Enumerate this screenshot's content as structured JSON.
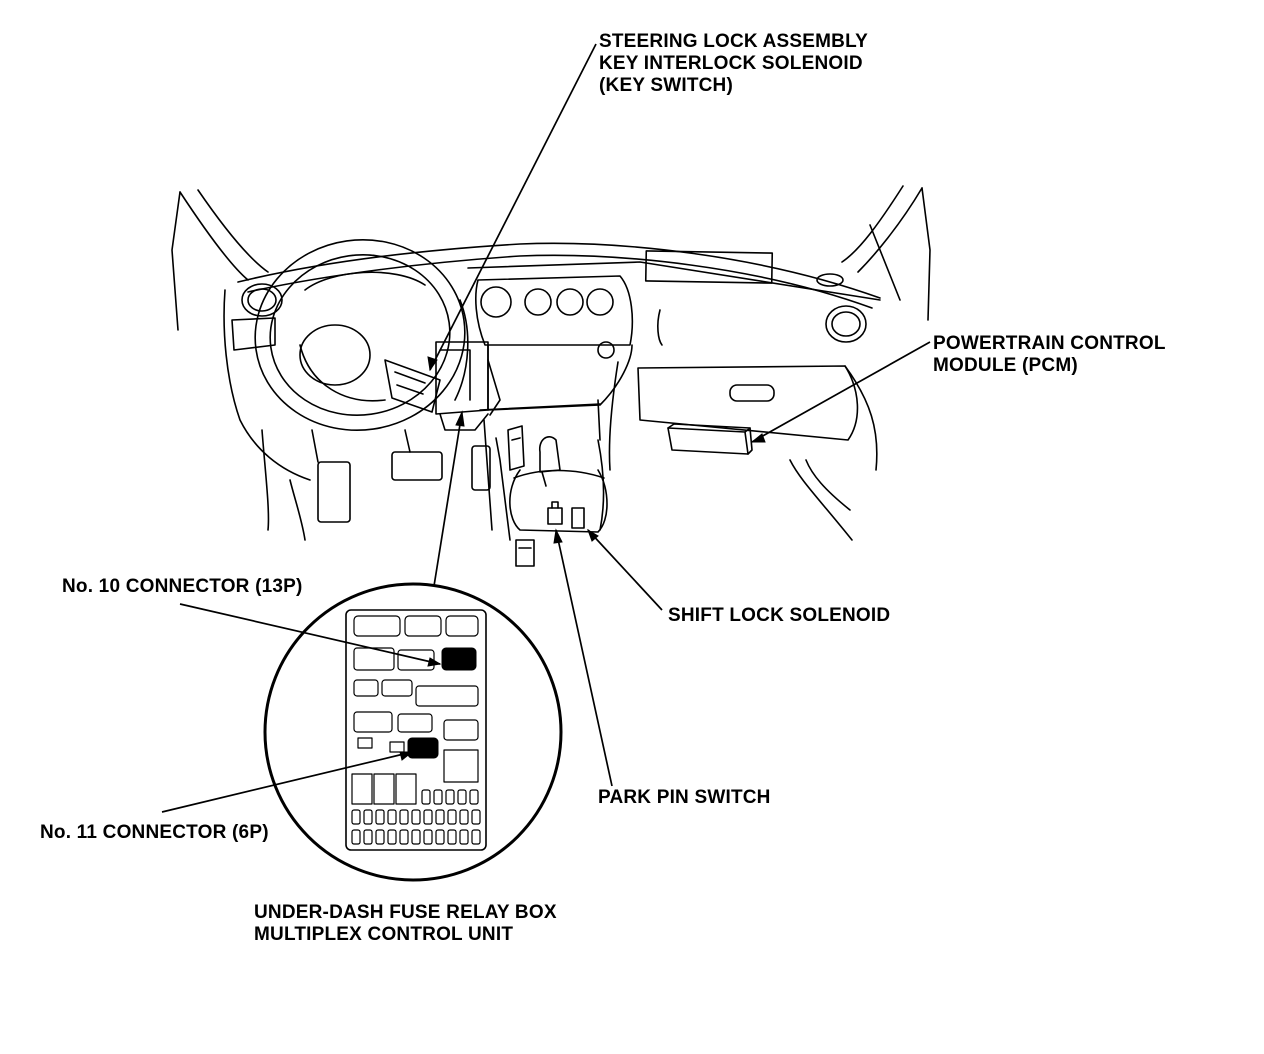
{
  "labels": {
    "steering_lock": [
      "STEERING LOCK ASSEMBLY",
      "KEY INTERLOCK SOLENOID",
      "(KEY SWITCH)"
    ],
    "pcm": [
      "POWERTRAIN CONTROL",
      "MODULE (PCM)"
    ],
    "shift_lock": "SHIFT LOCK SOLENOID",
    "park_pin": "PARK PIN SWITCH",
    "connector_10": "No. 10 CONNECTOR (13P)",
    "connector_11": "No. 11 CONNECTOR (6P)",
    "fuse_box": [
      "UNDER-DASH FUSE RELAY BOX",
      "MULTIPLEX CONTROL UNIT"
    ]
  },
  "icons": {
    "steering_wheel": "steering-wheel-icon",
    "fuse_box_detail": "fuse-relay-box-icon",
    "pcm_module": "pcm-module-icon"
  },
  "colors": {
    "ink": "#000000",
    "paper": "#ffffff"
  }
}
